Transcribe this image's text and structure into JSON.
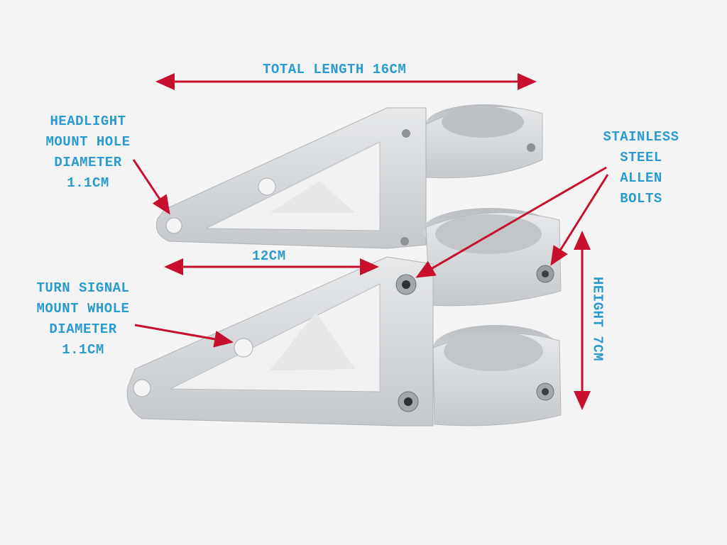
{
  "labels": {
    "total_length": "TOTAL LENGTH 16CM",
    "headlight": [
      "HEADLIGHT",
      "MOUNT HOLE",
      "DIAMETER",
      "1.1CM"
    ],
    "bolts": [
      "STAINLESS",
      "STEEL",
      "ALLEN",
      "BOLTS"
    ],
    "arm_length": "12CM",
    "turn_signal": [
      "TURN SIGNAL",
      "MOUNT WHOLE",
      "DIAMETER",
      "1.1CM"
    ],
    "height": "HEIGHT 7CM"
  },
  "colors": {
    "label": "#2a9bd0",
    "arrow": "#c8102e",
    "metal": "#d4d6d9"
  }
}
